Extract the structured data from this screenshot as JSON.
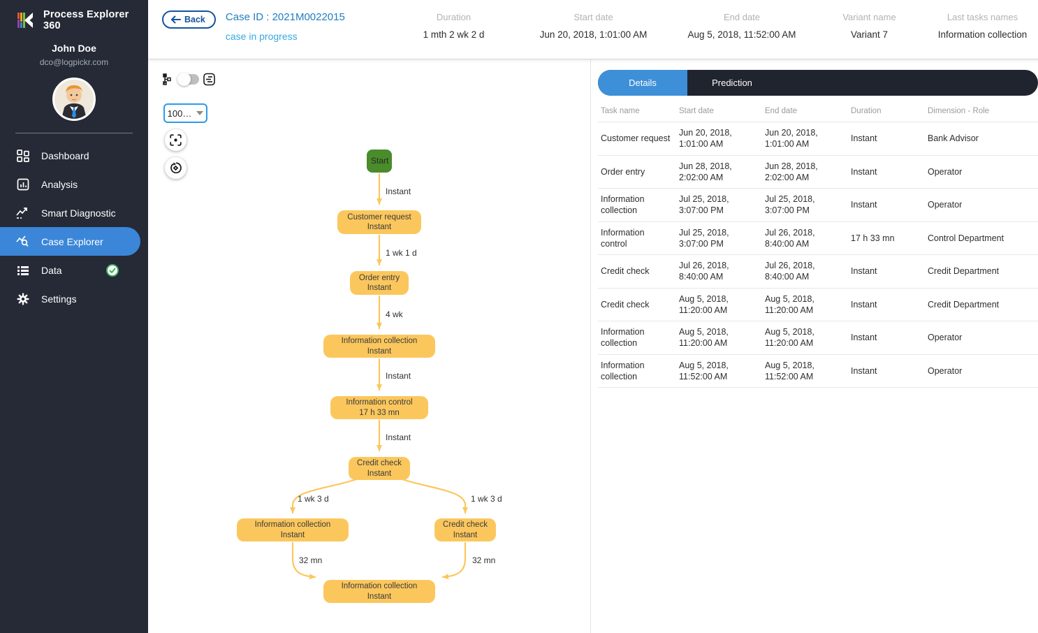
{
  "app": {
    "title": "Process Explorer 360"
  },
  "user": {
    "name": "John Doe",
    "email": "dco@logpickr.com"
  },
  "sidebar": {
    "items": [
      {
        "label": "Dashboard",
        "active": false
      },
      {
        "label": "Analysis",
        "active": false
      },
      {
        "label": "Smart Diagnostic",
        "active": false
      },
      {
        "label": "Case Explorer",
        "active": true
      },
      {
        "label": "Data",
        "active": false,
        "badge": "green-check"
      },
      {
        "label": "Settings",
        "active": false
      }
    ]
  },
  "header": {
    "back_label": "Back",
    "case_id": "Case ID : 2021M0022015",
    "case_status": "case in progress",
    "fields": [
      {
        "label": "Duration",
        "value": "1 mth 2 wk 2 d"
      },
      {
        "label": "Start date",
        "value": "Jun 20, 2018, 1:01:00 AM"
      },
      {
        "label": "End date",
        "value": "Aug 5, 2018, 11:52:00 AM"
      },
      {
        "label": "Variant name",
        "value": "Variant 7"
      },
      {
        "label": "Last tasks names",
        "value": "Information collection"
      }
    ]
  },
  "diagram": {
    "zoom_dropdown": "100…",
    "toggle_state": "off",
    "nodes": [
      {
        "name": "Start"
      },
      {
        "name": "Customer request",
        "duration": "Instant"
      },
      {
        "name": "Order entry",
        "duration": "Instant"
      },
      {
        "name": "Information collection",
        "duration": "Instant"
      },
      {
        "name": "Information control",
        "duration": "17 h 33 mn"
      },
      {
        "name": "Credit check",
        "duration": "Instant"
      },
      {
        "name": "Information collection",
        "duration": "Instant"
      },
      {
        "name": "Credit check",
        "duration": "Instant"
      },
      {
        "name": "Information collection",
        "duration": "Instant"
      }
    ],
    "edge_labels": [
      "Instant",
      "1 wk 1 d",
      "4 wk",
      "Instant",
      "Instant",
      "1 wk 3 d",
      "1 wk 3 d",
      "32 mn",
      "32 mn"
    ]
  },
  "panel": {
    "tabs": [
      {
        "label": "Details",
        "active": true
      },
      {
        "label": "Prediction",
        "active": false
      }
    ],
    "table": {
      "columns": [
        "Task name",
        "Start date",
        "End date",
        "Duration",
        "Dimension - Role"
      ],
      "rows": [
        [
          "Customer request",
          "Jun 20, 2018, 1:01:00 AM",
          "Jun 20, 2018, 1:01:00 AM",
          "Instant",
          "Bank Advisor"
        ],
        [
          "Order entry",
          "Jun 28, 2018, 2:02:00 AM",
          "Jun 28, 2018, 2:02:00 AM",
          "Instant",
          "Operator"
        ],
        [
          "Information collection",
          "Jul 25, 2018, 3:07:00 PM",
          "Jul 25, 2018, 3:07:00 PM",
          "Instant",
          "Operator"
        ],
        [
          "Information control",
          "Jul 25, 2018, 3:07:00 PM",
          "Jul 26, 2018, 8:40:00 AM",
          "17 h 33 mn",
          "Control Department"
        ],
        [
          "Credit check",
          "Jul 26, 2018, 8:40:00 AM",
          "Jul 26, 2018, 8:40:00 AM",
          "Instant",
          "Credit Department"
        ],
        [
          "Credit check",
          "Aug 5, 2018, 11:20:00 AM",
          "Aug 5, 2018, 11:20:00 AM",
          "Instant",
          "Credit Department"
        ],
        [
          "Information collection",
          "Aug 5, 2018, 11:20:00 AM",
          "Aug 5, 2018, 11:20:00 AM",
          "Instant",
          "Operator"
        ],
        [
          "Information collection",
          "Aug 5, 2018, 11:52:00 AM",
          "Aug 5, 2018, 11:52:00 AM",
          "Instant",
          "Operator"
        ]
      ]
    }
  },
  "colors": {
    "sidebar_bg": "#252a36",
    "accent_blue": "#3b86d8",
    "tab_blue": "#3d8fd8",
    "case_id_blue": "#1f7ec2",
    "status_blue": "#36a9e1",
    "back_blue": "#15559a",
    "node_amber": "#fbc75d",
    "start_green": "#4a8b2b",
    "badge_green": "#3dae5b",
    "tabbar_dark": "#20242e"
  }
}
